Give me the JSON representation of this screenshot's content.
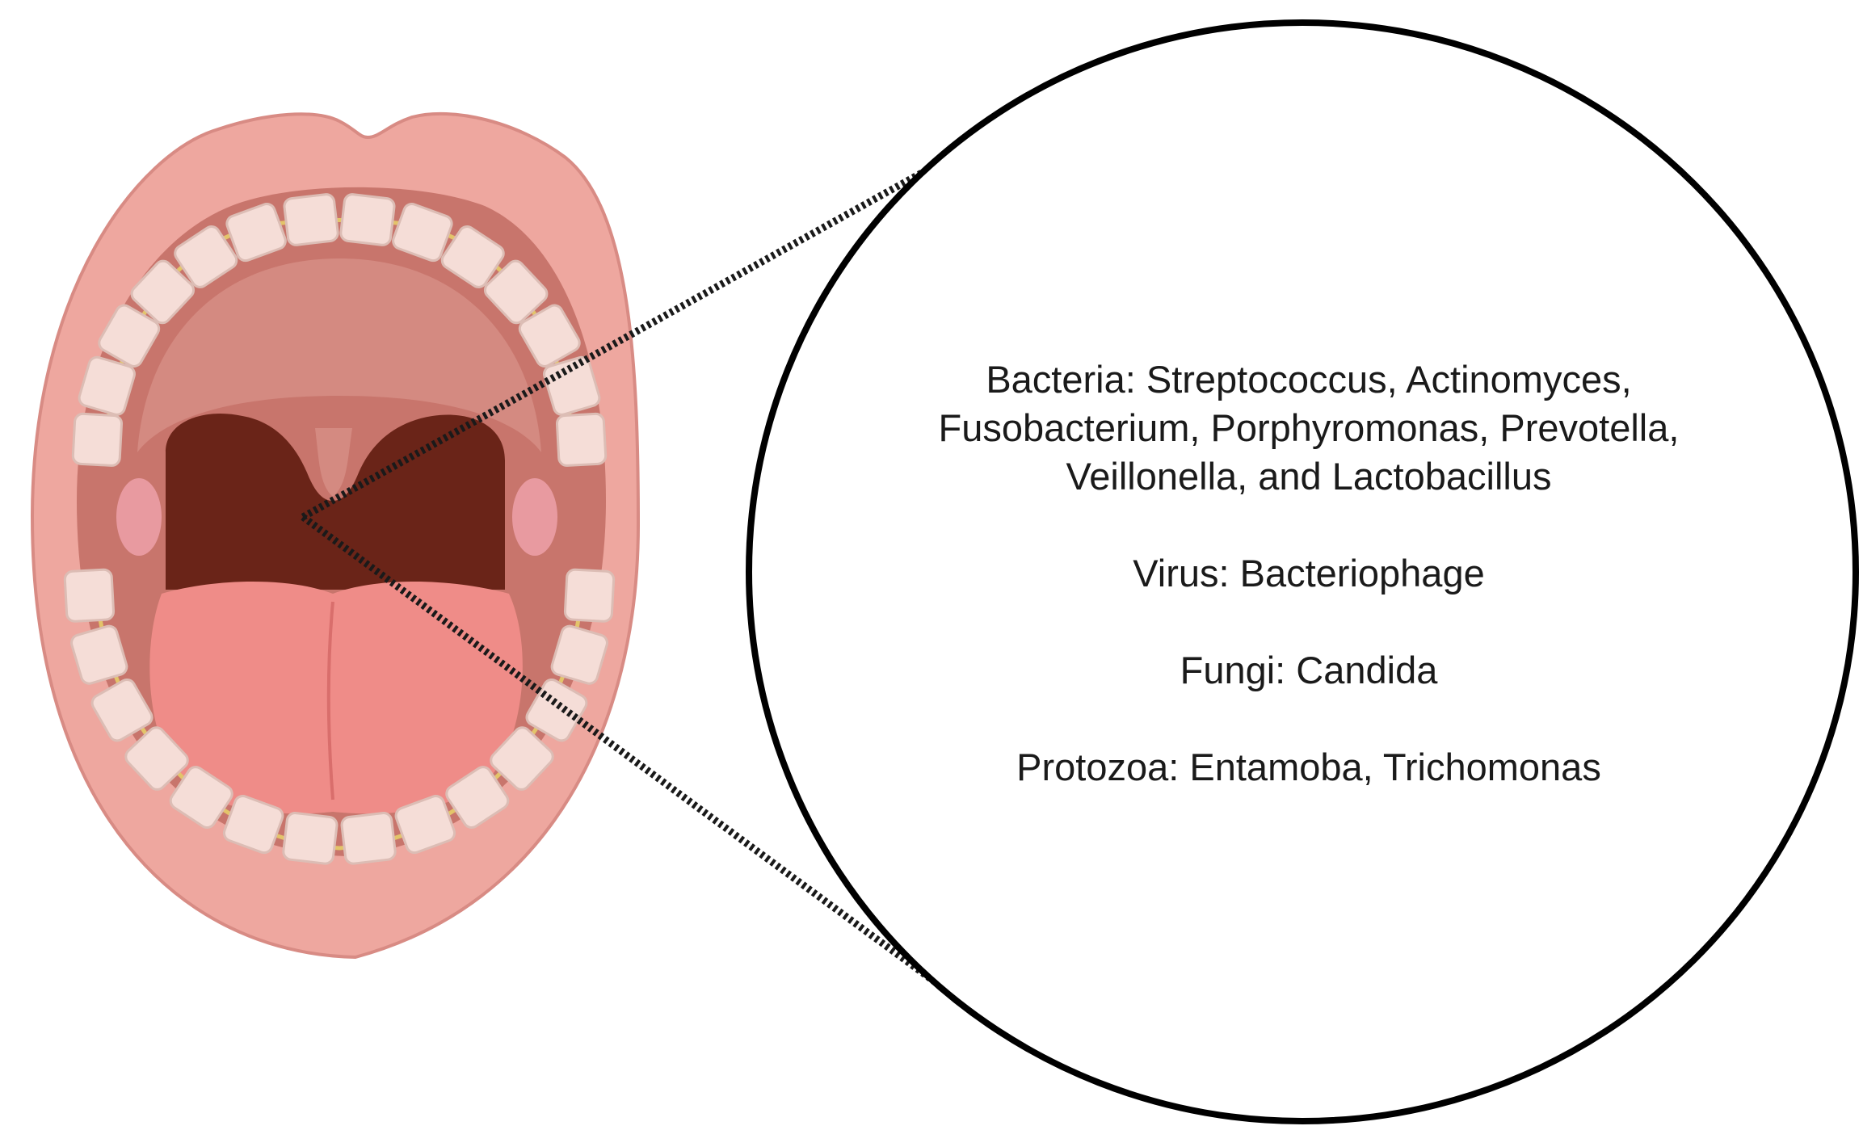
{
  "callout": {
    "bacteria": {
      "line1": "Bacteria: Streptococcus, Actinomyces,",
      "line2": "Fusobacterium, Porphyromonas, Prevotella,",
      "line3": "Veillonella, and Lactobacillus"
    },
    "virus": "Virus: Bacteriophage",
    "fungi": "Fungi: Candida",
    "protozoa": "Protozoa: Entamoba, Trichomonas"
  },
  "colors": {
    "lip": "#eea79f",
    "lip_outline": "#d88b84",
    "palate": "#c8756c",
    "throat": "#6a2418",
    "tongue": "#ef8c88",
    "tooth": "#f5ddd7",
    "tooth_line": "#dcbdb5",
    "gum_line": "#e3c46a",
    "tonsil": "#e89aa0",
    "circle_stroke": "#000000"
  }
}
